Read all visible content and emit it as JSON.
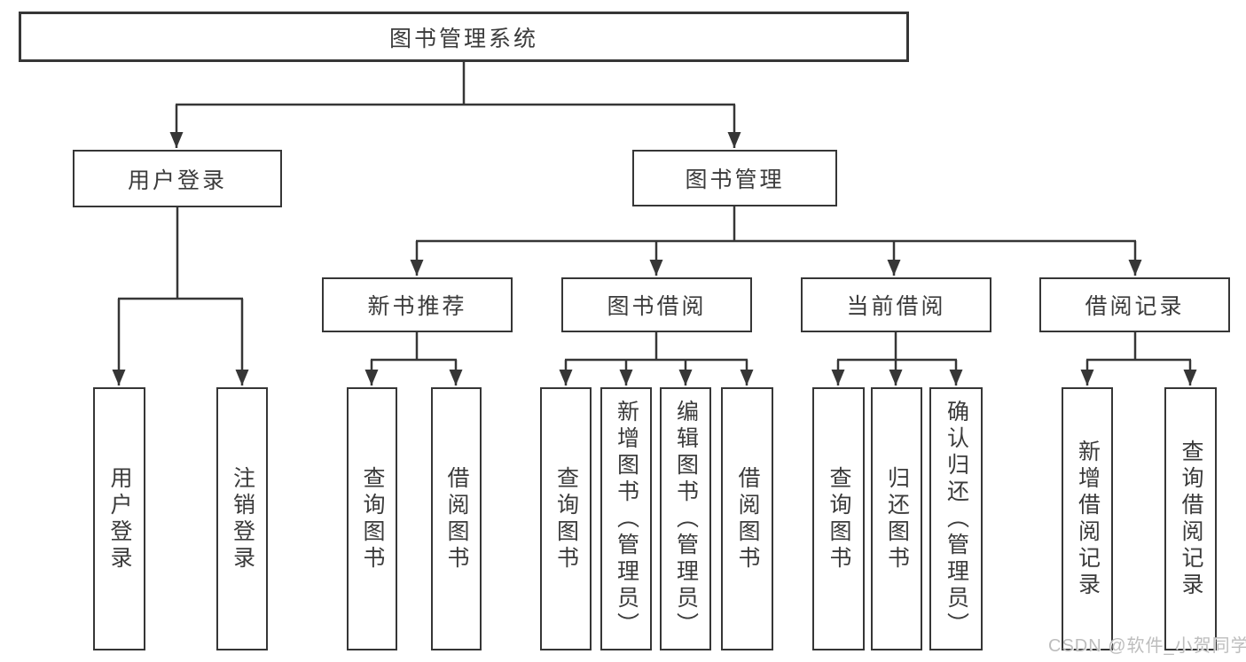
{
  "diagram_type": "hierarchy-tree",
  "watermark": "CSDN @软件_小贺同学",
  "colors": {
    "line": "#363636",
    "border": "#363636",
    "text": "#3b3b3b",
    "box_background": "#ffffff",
    "watermark": "#b9b9b9"
  },
  "tree": {
    "root": "图书管理系统",
    "level2": [
      {
        "label": "用户登录",
        "children": [
          "用户登录",
          "注销登录"
        ]
      },
      {
        "label": "图书管理",
        "children": [
          {
            "label": "新书推荐",
            "children": [
              "查询图书",
              "借阅图书"
            ]
          },
          {
            "label": "图书借阅",
            "children": [
              "查询图书",
              "新增图书（管理员）",
              "编辑图书（管理员）",
              "借阅图书"
            ]
          },
          {
            "label": "当前借阅",
            "children": [
              "查询图书",
              "归还图书",
              "确认归还（管理员）"
            ]
          },
          {
            "label": "借阅记录",
            "children": [
              "新增借阅记录",
              "查询借阅记录"
            ]
          }
        ]
      }
    ]
  }
}
